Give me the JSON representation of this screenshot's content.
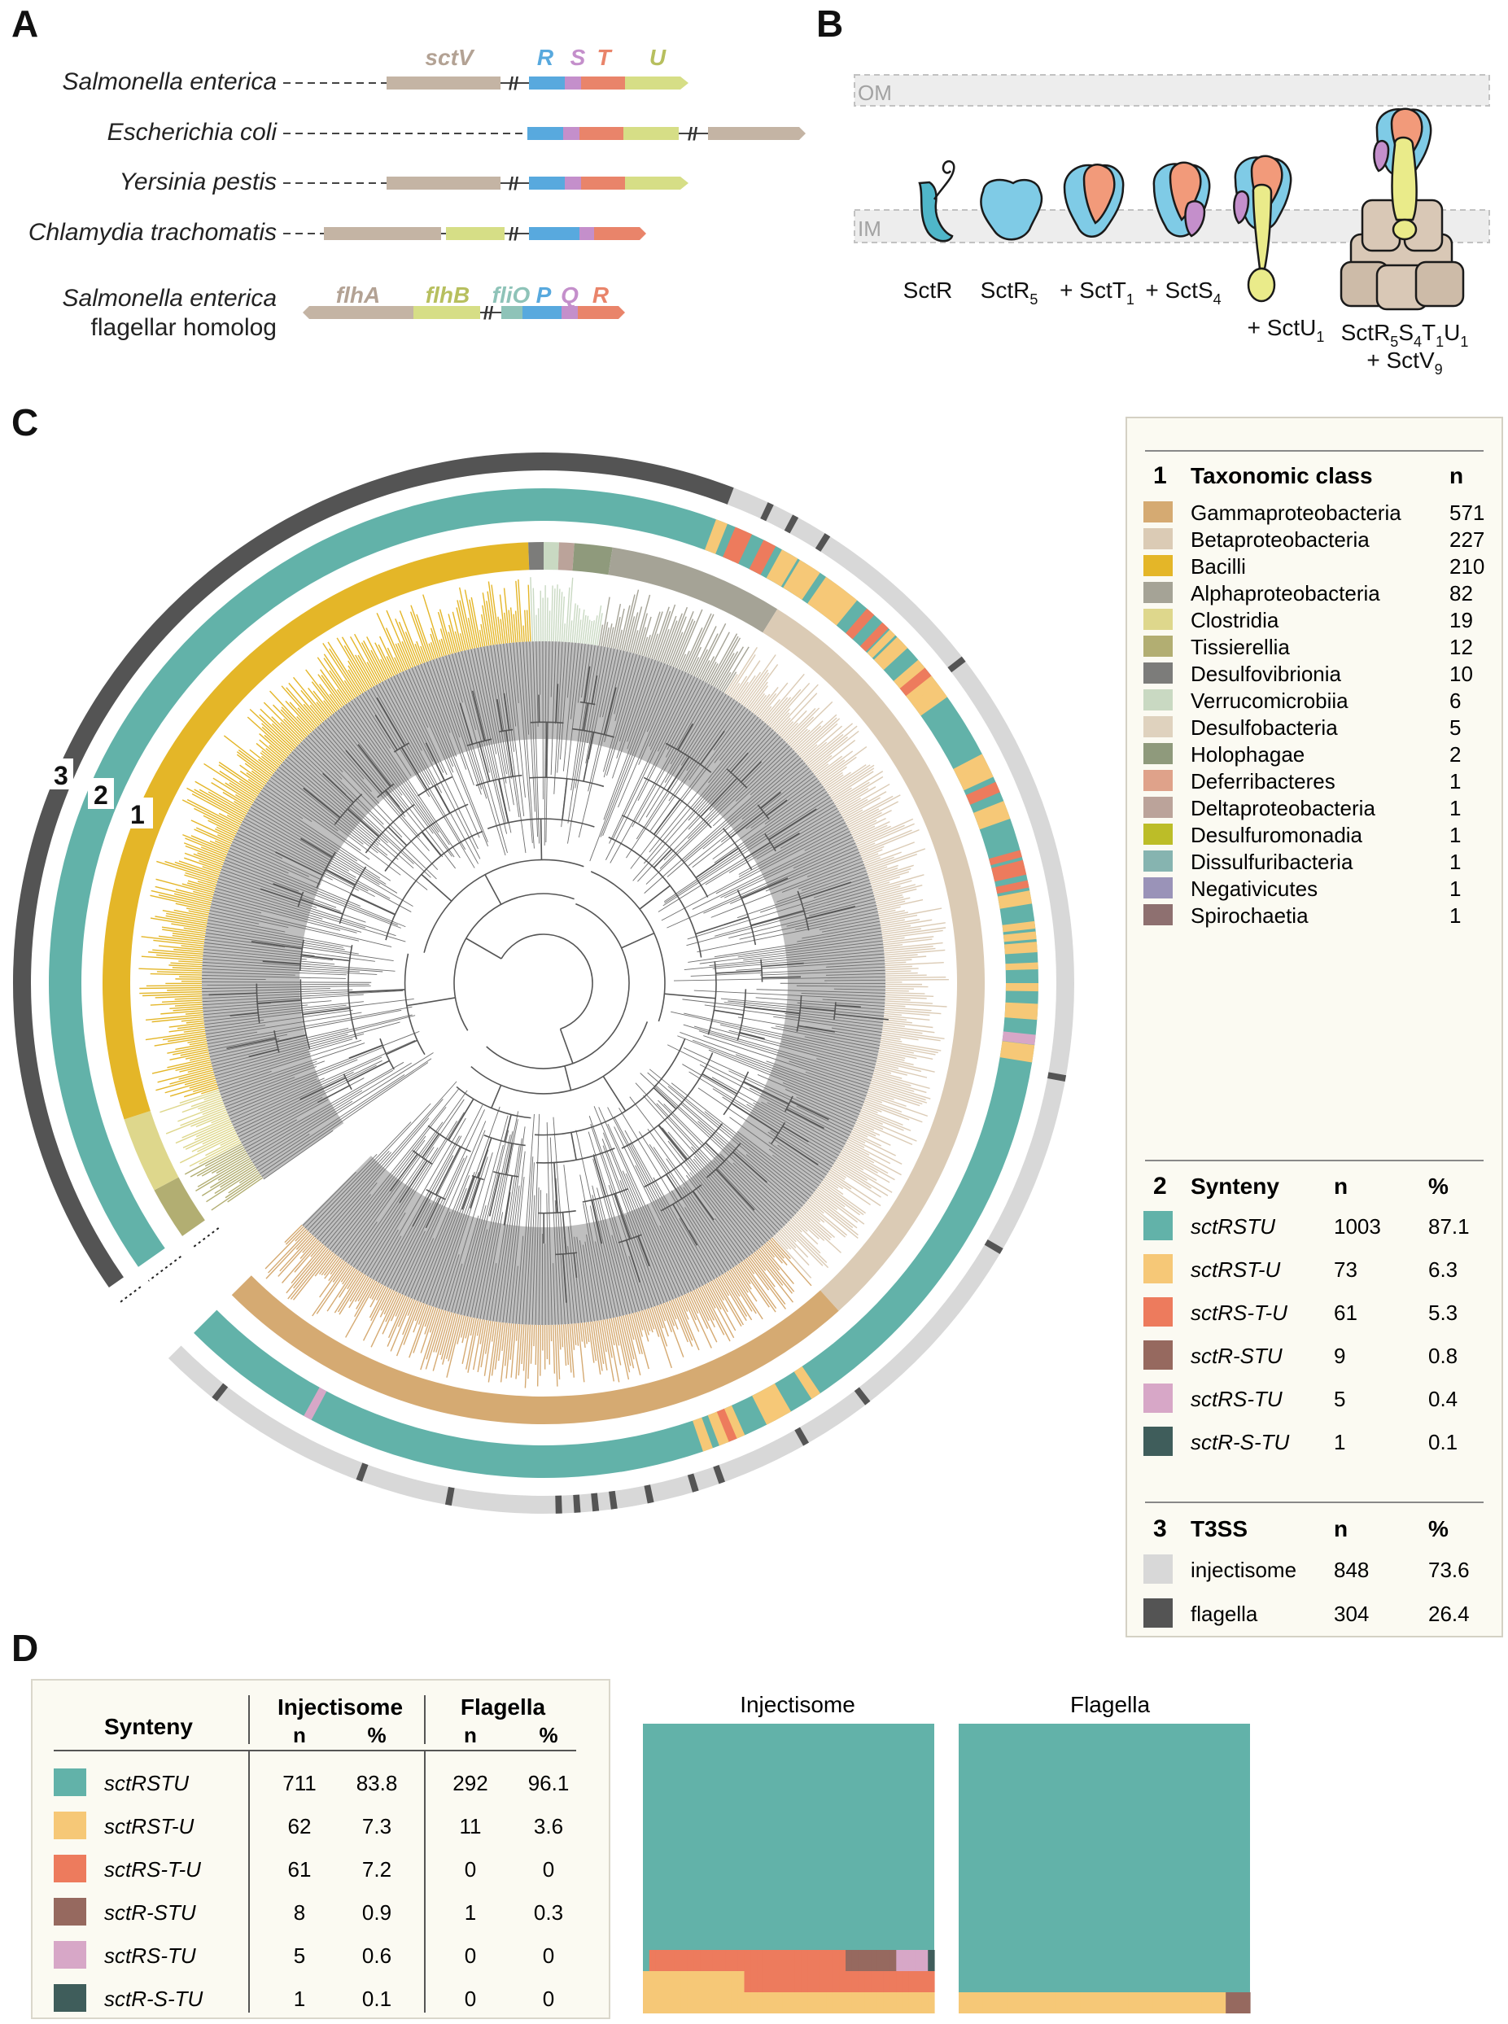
{
  "panels": {
    "a": "A",
    "b": "B",
    "c": "C",
    "d": "D"
  },
  "panel_a": {
    "rows": [
      {
        "organism": "Salmonella enterica",
        "italic": true
      },
      {
        "organism": "Escherichia coli",
        "italic": true
      },
      {
        "organism": "Yersinia pestis",
        "italic": true
      },
      {
        "organism": "Chlamydia trachomatis",
        "italic": true
      },
      {
        "organism": "Salmonella enterica",
        "italic": true,
        "organism2": "flagellar homolog"
      }
    ],
    "gene_labels_top": {
      "v": "sctV",
      "r": "R",
      "s": "S",
      "t": "T",
      "u": "U"
    },
    "gene_labels_flag": {
      "a": "flhA",
      "b": "flhB",
      "o": "fliO",
      "p": "P",
      "q": "Q",
      "r": "R"
    },
    "colors": {
      "v": "#c4b4a4",
      "r": "#58a9de",
      "s": "#c48fcb",
      "t": "#e9846a",
      "u": "#d6de86",
      "o": "#8ec3b8"
    }
  },
  "panel_b": {
    "om": "OM",
    "im": "IM",
    "labels": {
      "r": "SctR",
      "r5_base": "SctR",
      "r5_sub": "5",
      "t1_base": "+ SctT",
      "t1_sub": "1",
      "s4_base": "+ SctS",
      "s4_sub": "4",
      "u1_base": "+ SctU",
      "u1_sub": "1",
      "c1": "SctR",
      "c1_s1": "5",
      "c2": "S",
      "c1_s2": "4",
      "c3": "T",
      "c1_s3": "1",
      "c4": "U",
      "c1_s4": "1",
      "c5": "+ SctV",
      "c5_sub": "9"
    }
  },
  "panel_c": {
    "ring_labels": [
      "1",
      "2",
      "3"
    ],
    "legend": {
      "class": {
        "num": "1",
        "title": "Taxonomic class",
        "col_n": "n",
        "items": [
          {
            "name": "Gammaproteobacteria",
            "n": "571",
            "color": "#d5aa72"
          },
          {
            "name": "Betaproteobacteria",
            "n": "227",
            "color": "#dbcbb5"
          },
          {
            "name": "Bacilli",
            "n": "210",
            "color": "#e4b628"
          },
          {
            "name": "Alphaproteobacteria",
            "n": "82",
            "color": "#a5a396"
          },
          {
            "name": "Clostridia",
            "n": "19",
            "color": "#ded78c"
          },
          {
            "name": "Tissierellia",
            "n": "12",
            "color": "#b2ae72"
          },
          {
            "name": "Desulfovibrionia",
            "n": "10",
            "color": "#7c7c7a"
          },
          {
            "name": "Verrucomicrobiia",
            "n": "6",
            "color": "#c9d9c2"
          },
          {
            "name": "Desulfobacteria",
            "n": "5",
            "color": "#dfd2be"
          },
          {
            "name": "Holophagae",
            "n": "2",
            "color": "#8f9a7c"
          },
          {
            "name": "Deferribacteres",
            "n": "1",
            "color": "#dfa28a"
          },
          {
            "name": "Deltaproteobacteria",
            "n": "1",
            "color": "#bba39a"
          },
          {
            "name": "Desulfuromonadia",
            "n": "1",
            "color": "#bcbd28"
          },
          {
            "name": "Dissulfuribacteria",
            "n": "1",
            "color": "#86b4b0"
          },
          {
            "name": "Negativicutes",
            "n": "1",
            "color": "#9a93b8"
          },
          {
            "name": "Spirochaetia",
            "n": "1",
            "color": "#8e7070"
          }
        ]
      },
      "synteny": {
        "num": "2",
        "title": "Synteny",
        "col_n": "n",
        "col_pct": "%",
        "items": [
          {
            "name": "sctRSTU",
            "n": "1003",
            "pct": "87.1",
            "color": "#62b2a9"
          },
          {
            "name": "sctRST-U",
            "n": "73",
            "pct": "6.3",
            "color": "#f6c877"
          },
          {
            "name": "sctRS-T-U",
            "n": "61",
            "pct": "5.3",
            "color": "#ed7b5d"
          },
          {
            "name": "sctR-STU",
            "n": "9",
            "pct": "0.8",
            "color": "#96695f"
          },
          {
            "name": "sctRS-TU",
            "n": "5",
            "pct": "0.4",
            "color": "#d7a7c7"
          },
          {
            "name": "sctR-S-TU",
            "n": "1",
            "pct": "0.1",
            "color": "#3f5d5b"
          }
        ]
      },
      "t3ss": {
        "num": "3",
        "title": "T3SS",
        "col_n": "n",
        "col_pct": "%",
        "items": [
          {
            "name": "injectisome",
            "n": "848",
            "pct": "73.6",
            "color": "#d8d8d8"
          },
          {
            "name": "flagella",
            "n": "304",
            "pct": "26.4",
            "color": "#545454"
          }
        ]
      }
    }
  },
  "panel_d": {
    "table": {
      "header_synteny": "Synteny",
      "header_inj": "Injectisome",
      "header_fla": "Flagella",
      "sub_n": "n",
      "sub_pct": "%",
      "rows": [
        {
          "name": "sctRSTU",
          "color": "#62b2a9",
          "inj_n": "711",
          "inj_pct": "83.8",
          "fla_n": "292",
          "fla_pct": "96.1"
        },
        {
          "name": "sctRST-U",
          "color": "#f6c877",
          "inj_n": "62",
          "inj_pct": "7.3",
          "fla_n": "11",
          "fla_pct": "3.6"
        },
        {
          "name": "sctRS-T-U",
          "color": "#ed7b5d",
          "inj_n": "61",
          "inj_pct": "7.2",
          "fla_n": "0",
          "fla_pct": "0"
        },
        {
          "name": "sctR-STU",
          "color": "#96695f",
          "inj_n": "8",
          "inj_pct": "0.9",
          "fla_n": "1",
          "fla_pct": "0.3"
        },
        {
          "name": "sctRS-TU",
          "color": "#d7a7c7",
          "inj_n": "5",
          "inj_pct": "0.6",
          "fla_n": "0",
          "fla_pct": "0"
        },
        {
          "name": "sctR-S-TU",
          "color": "#3f5d5b",
          "inj_n": "1",
          "inj_pct": "0.1",
          "fla_n": "0",
          "fla_pct": "0"
        }
      ]
    },
    "chart_data": [
      {
        "type": "area",
        "title": "Injectisome",
        "categories": [
          "sctRSTU",
          "sctRST-U",
          "sctRS-T-U",
          "sctR-STU",
          "sctRS-TU",
          "sctR-S-TU"
        ],
        "values": [
          711,
          62,
          61,
          8,
          5,
          1
        ],
        "colors": [
          "#62b2a9",
          "#f6c877",
          "#ed7b5d",
          "#96695f",
          "#d7a7c7",
          "#3f5d5b"
        ]
      },
      {
        "type": "area",
        "title": "Flagella",
        "categories": [
          "sctRSTU",
          "sctRST-U",
          "sctRS-T-U",
          "sctR-STU",
          "sctRS-TU",
          "sctR-S-TU"
        ],
        "values": [
          292,
          11,
          0,
          1,
          0,
          0
        ],
        "colors": [
          "#62b2a9",
          "#f6c877",
          "#ed7b5d",
          "#96695f",
          "#d7a7c7",
          "#3f5d5b"
        ]
      }
    ]
  }
}
